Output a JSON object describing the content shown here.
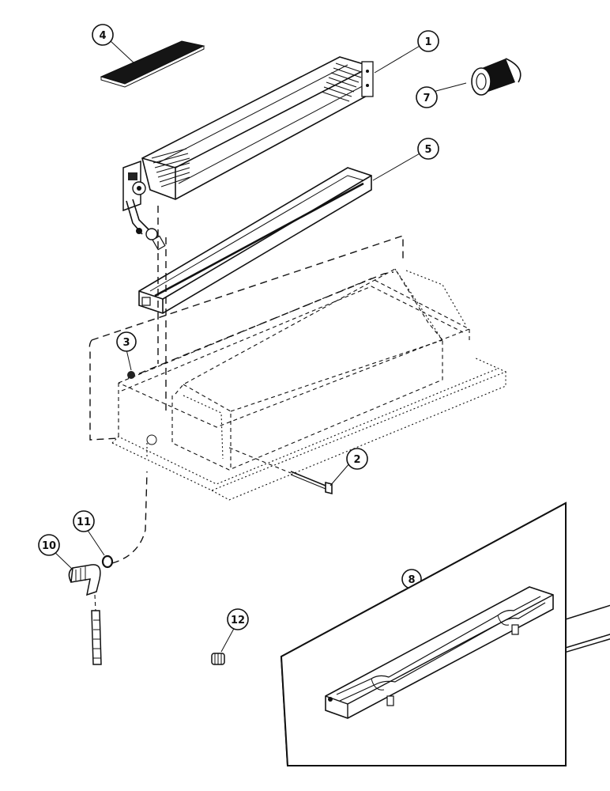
{
  "callouts": [
    {
      "id": "c1",
      "label": "1"
    },
    {
      "id": "c2",
      "label": "2"
    },
    {
      "id": "c3",
      "label": "3"
    },
    {
      "id": "c4",
      "label": "4"
    },
    {
      "id": "c5",
      "label": "5"
    },
    {
      "id": "c7",
      "label": "7"
    },
    {
      "id": "c8",
      "label": "8"
    },
    {
      "id": "c10",
      "label": "10"
    },
    {
      "id": "c11",
      "label": "11"
    },
    {
      "id": "c12",
      "label": "12"
    }
  ],
  "colors": {
    "ink": "#111111",
    "paper": "#ffffff"
  }
}
